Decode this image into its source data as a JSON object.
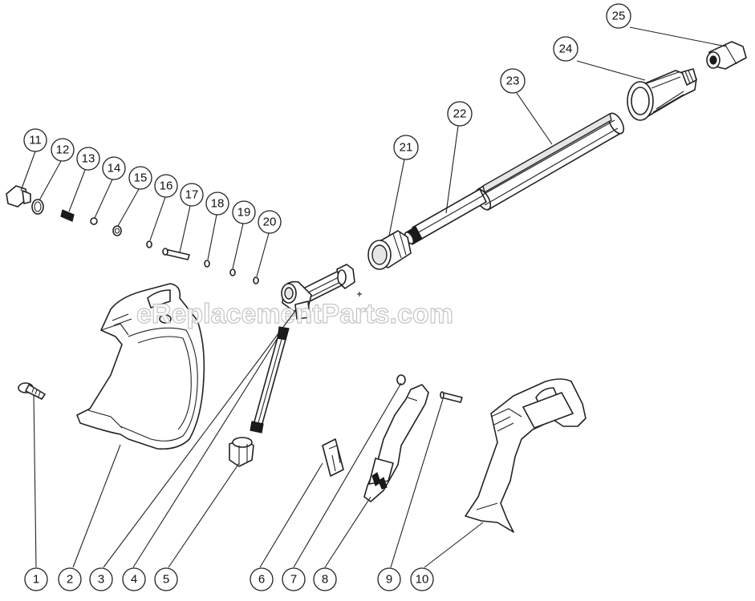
{
  "watermark": "eReplacementParts.com",
  "callouts": [
    {
      "id": "1",
      "label": "1"
    },
    {
      "id": "2",
      "label": "2"
    },
    {
      "id": "3",
      "label": "3"
    },
    {
      "id": "4",
      "label": "4"
    },
    {
      "id": "5",
      "label": "5"
    },
    {
      "id": "6",
      "label": "6"
    },
    {
      "id": "7",
      "label": "7"
    },
    {
      "id": "8",
      "label": "8"
    },
    {
      "id": "9",
      "label": "9"
    },
    {
      "id": "10",
      "label": "10"
    },
    {
      "id": "11",
      "label": "11"
    },
    {
      "id": "12",
      "label": "12"
    },
    {
      "id": "13",
      "label": "13"
    },
    {
      "id": "14",
      "label": "14"
    },
    {
      "id": "15",
      "label": "15"
    },
    {
      "id": "16",
      "label": "16"
    },
    {
      "id": "17",
      "label": "17"
    },
    {
      "id": "18",
      "label": "18"
    },
    {
      "id": "19",
      "label": "19"
    },
    {
      "id": "20",
      "label": "20"
    },
    {
      "id": "21",
      "label": "21"
    },
    {
      "id": "22",
      "label": "22"
    },
    {
      "id": "23",
      "label": "23"
    },
    {
      "id": "24",
      "label": "24"
    },
    {
      "id": "25",
      "label": "25"
    }
  ]
}
